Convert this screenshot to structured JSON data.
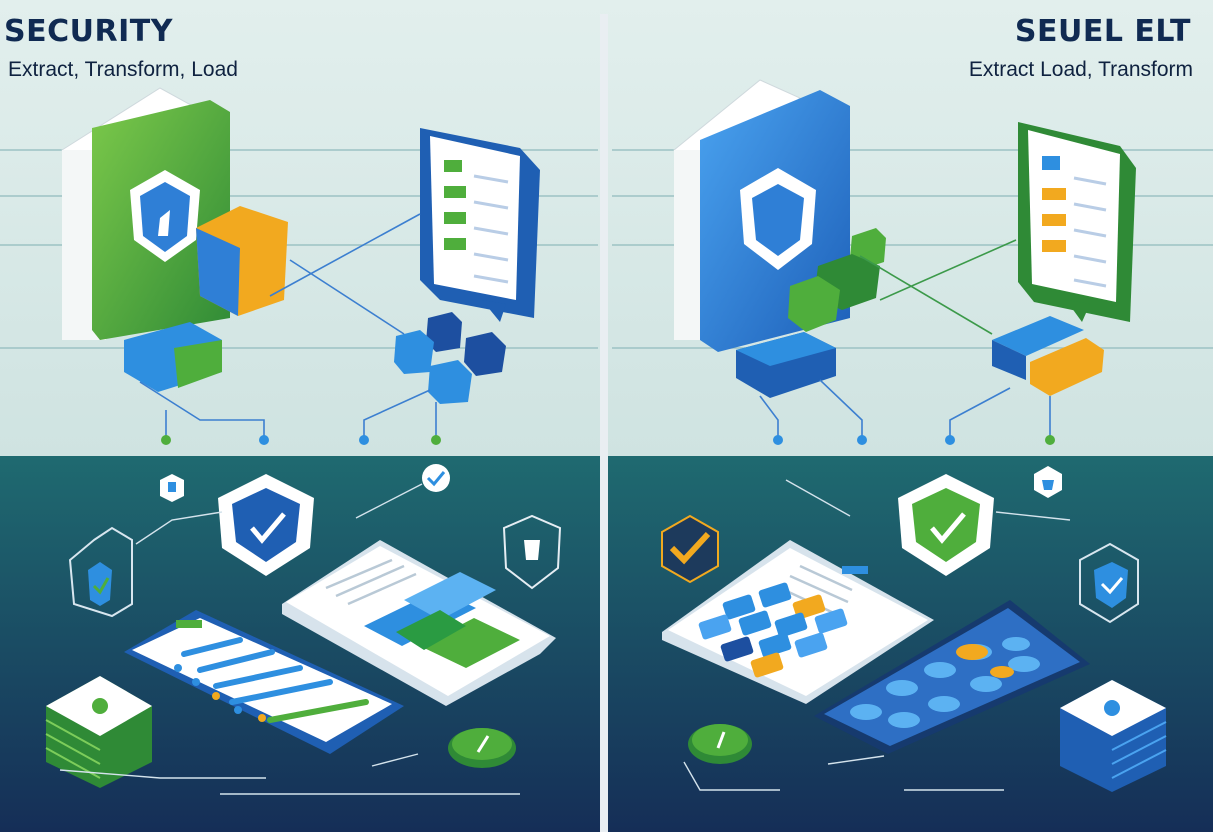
{
  "left_panel": {
    "title": "SECURITY",
    "subtitle": "Extract, Transform, Load"
  },
  "right_panel": {
    "title": "SEUEL ELT",
    "subtitle": "Extract Load, Transform"
  },
  "palette": {
    "top_background": "#dcebea",
    "bottom_background_top": "#1f6a70",
    "bottom_background_bottom": "#152e57",
    "blue": "#2f7fd6",
    "green": "#4fae3c",
    "orange": "#f2a91f",
    "divider": "#e9eef2"
  }
}
